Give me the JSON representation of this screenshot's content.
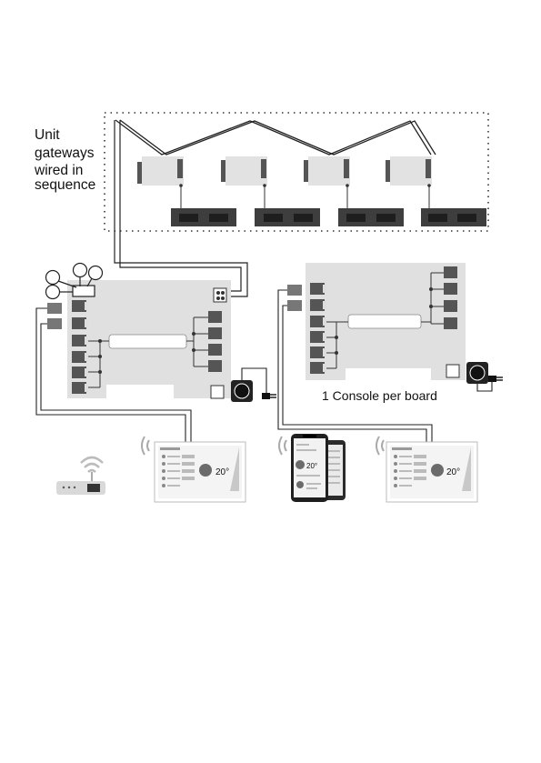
{
  "labels": {
    "gateways_line1": "Unit",
    "gateways_line2": "gateways",
    "gateways_line3": "wired in",
    "gateways_line4": "sequence",
    "console_per_board": "1 Console per board"
  },
  "console_screen": {
    "temperature": "20°"
  },
  "phone_screen": {
    "temperature": "20°"
  },
  "colors": {
    "board": "#e0e0e0",
    "unit": "#3e3e3e",
    "connector": "#555555",
    "wire": "#222222",
    "screen_accent": "#6b6b6b"
  }
}
